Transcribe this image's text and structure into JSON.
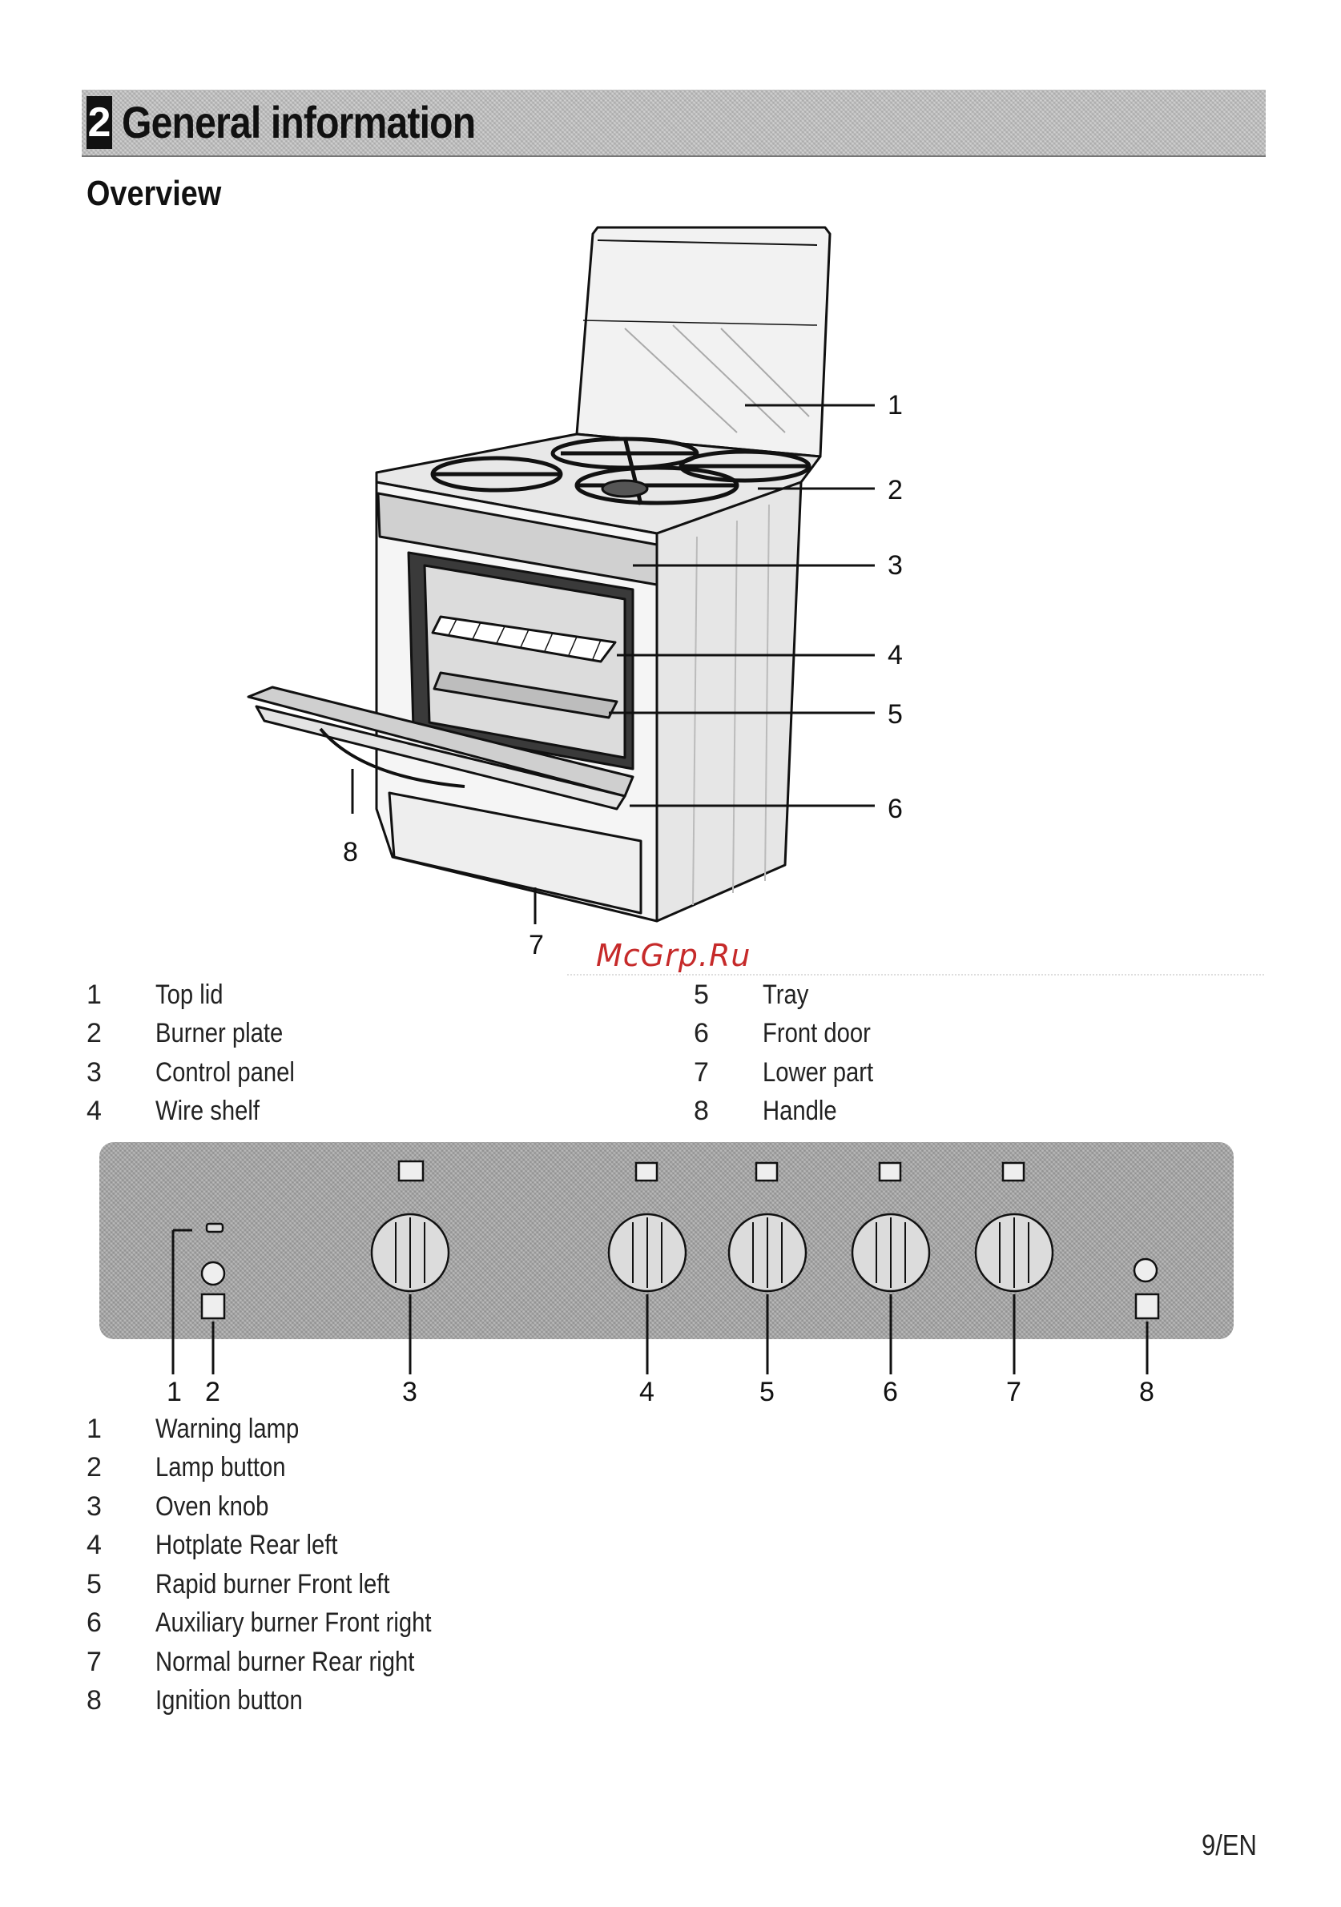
{
  "section": {
    "number": "2",
    "title": "General information"
  },
  "subheading": "Overview",
  "figure_callouts": [
    "1",
    "2",
    "3",
    "4",
    "5",
    "6",
    "7",
    "8"
  ],
  "parts_legend": [
    {
      "num": "1",
      "label": "Top lid"
    },
    {
      "num": "2",
      "label": "Burner plate"
    },
    {
      "num": "3",
      "label": "Control panel"
    },
    {
      "num": "4",
      "label": "Wire shelf"
    },
    {
      "num": "5",
      "label": "Tray"
    },
    {
      "num": "6",
      "label": "Front door"
    },
    {
      "num": "7",
      "label": "Lower part"
    },
    {
      "num": "8",
      "label": "Handle"
    }
  ],
  "panel_callouts": [
    "1",
    "2",
    "3",
    "4",
    "5",
    "6",
    "7",
    "8"
  ],
  "panel_legend": [
    {
      "num": "1",
      "label": "Warning lamp"
    },
    {
      "num": "2",
      "label": "Lamp button"
    },
    {
      "num": "3",
      "label": "Oven knob"
    },
    {
      "num": "4",
      "label": "Hotplate Rear left"
    },
    {
      "num": "5",
      "label": "Rapid burner Front left"
    },
    {
      "num": "6",
      "label": "Auxiliary burner Front right"
    },
    {
      "num": "7",
      "label": "Normal burner Rear right"
    },
    {
      "num": "8",
      "label": "Ignition button"
    }
  ],
  "watermark": "McGrp.Ru",
  "page_number": "9/EN"
}
